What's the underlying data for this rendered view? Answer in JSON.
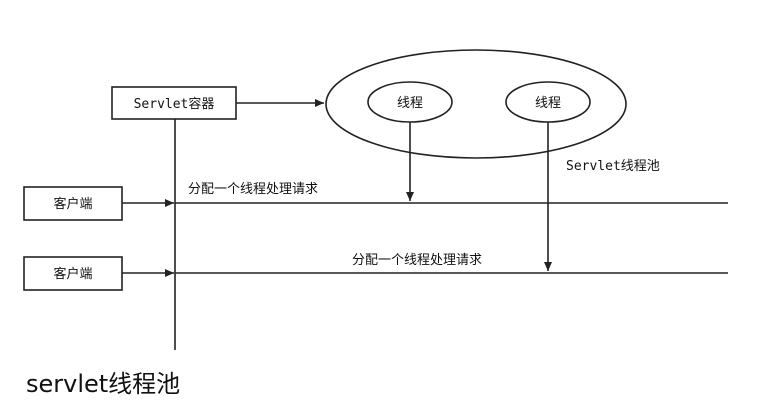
{
  "diagram": {
    "container_label": "Servlet容器",
    "thread_labels": [
      "线程",
      "线程"
    ],
    "pool_label": "Servlet线程池",
    "client_labels": [
      "客户端",
      "客户端"
    ],
    "assign_labels": [
      "分配一个线程处理请求",
      "分配一个线程处理请求"
    ]
  },
  "caption": "servlet线程池"
}
